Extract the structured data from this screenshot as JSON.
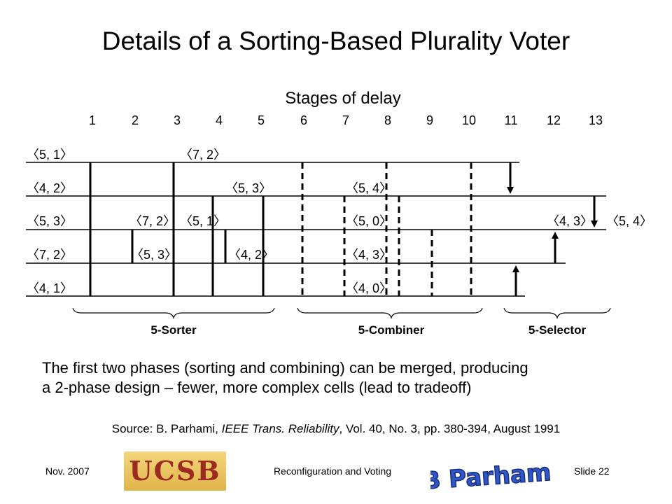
{
  "title": "Details of a Sorting-Based Plurality Voter",
  "stages_title": "Stages of delay",
  "stages": [
    "1",
    "2",
    "3",
    "4",
    "5",
    "6",
    "7",
    "8",
    "9",
    "10",
    "11",
    "12",
    "13"
  ],
  "labels": {
    "in1": "〈5, 1〉",
    "in2": "〈4, 2〉",
    "in3": "〈5, 3〉",
    "in4": "〈7, 2〉",
    "in5": "〈4, 1〉",
    "s2_l3": "〈7, 2〉",
    "s2_l4": "〈5, 3〉",
    "s3_l1": "〈7, 2〉",
    "s3_l3": "〈5, 1〉",
    "s4_l2": "〈5, 3〉",
    "s4_l4": "〈4, 2〉",
    "s7_l2": "〈5, 4〉",
    "s7_l3": "〈5, 0〉",
    "s7_l4": "〈4, 3〉",
    "s7_l5": "〈4, 0〉",
    "s12_l3": "〈4, 3〉",
    "s13_l3": "〈5, 4〉"
  },
  "groups": {
    "sorter": "5-Sorter",
    "combiner": "5-Combiner",
    "selector": "5-Selector"
  },
  "caption": {
    "line1": "The first two phases (sorting and combining) can be merged, producing",
    "line2": "a 2-phase design – fewer, more complex cells (lead to tradeoff)"
  },
  "source": {
    "prefix": "Source: B. Parhami, ",
    "journal": "IEEE Trans. Reliability",
    "suffix": ", Vol. 40, No. 3, pp. 380-394, August 1991"
  },
  "footer": {
    "date": "Nov. 2007",
    "center": "Reconfiguration and Voting",
    "slide": "Slide 22",
    "logo_left": "UCSB",
    "logo_right": "B Parhami"
  },
  "colors": {
    "line": "#000000",
    "ucsb_text": "#9c2a1f",
    "ucsb_bg": "#e8c25e",
    "bp_blue": "#2f56c8"
  }
}
